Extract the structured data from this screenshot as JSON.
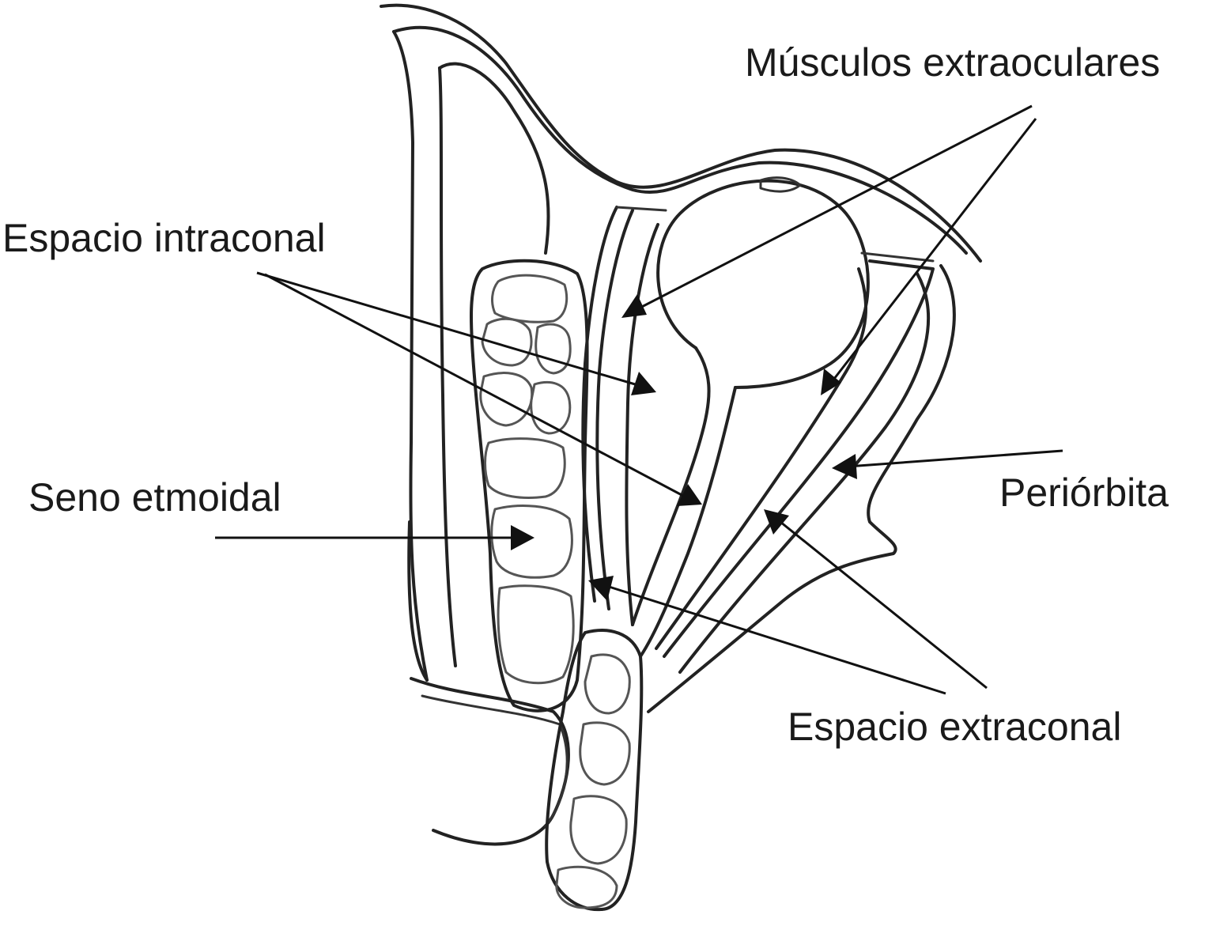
{
  "labels": {
    "musculos_extraoculares": "Músculos extraoculares",
    "espacio_intraconal": "Espacio intraconal",
    "seno_etmoidal": "Seno etmoidal",
    "periorbita": "Periórbita",
    "espacio_extraconal": "Espacio extraconal"
  }
}
